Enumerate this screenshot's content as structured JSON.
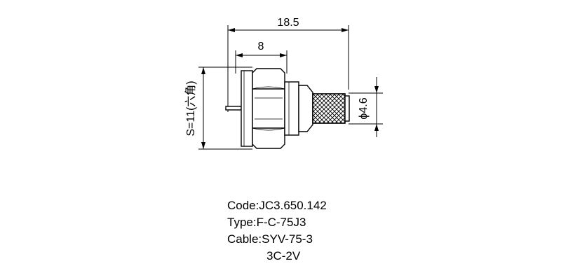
{
  "dimensions": {
    "overall_length": "18.5",
    "hex_depth": "8",
    "hex_size": "S=11(六角)",
    "cable_diameter": "ϕ4.6"
  },
  "spec": {
    "code": "Code:JC3.650.142",
    "type": "Type:F-C-75J3",
    "cable_line1": "Cable:SYV-75-3",
    "cable_line2": "3C-2V"
  }
}
